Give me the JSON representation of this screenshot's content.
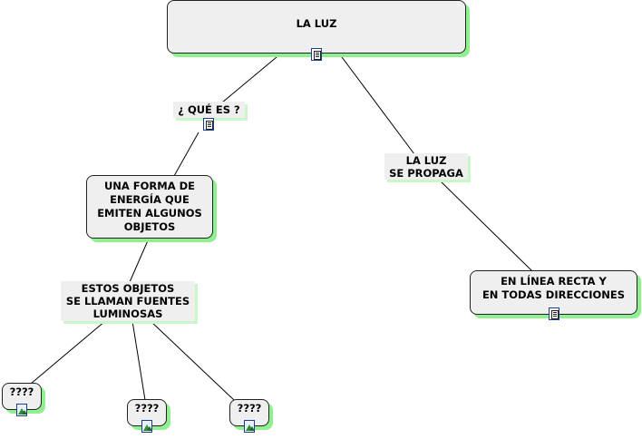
{
  "diagram": {
    "nodes": {
      "root": "LA LUZ",
      "definition": "UNA FORMA DE\nENERGÍA QUE\nEMITEN ALGUNOS\nOBJETOS",
      "direction": "EN LÍNEA RECTA Y\nEN TODAS DIRECCIONES",
      "source1": "????",
      "source2": "????",
      "source3": "????"
    },
    "links": {
      "what_is": "¿ QUÉ ES ?",
      "propagates": "LA LUZ\nSE PROPAGA",
      "are_called": "ESTOS OBJETOS\nSE LLAMAN FUENTES\nLUMINOSAS"
    },
    "icons": {
      "document": "document-icon",
      "image": "image-icon"
    },
    "colors": {
      "node_fill": "#efefef",
      "shadow": "#8ef08e",
      "icon_border": "#1b3f8a"
    }
  }
}
